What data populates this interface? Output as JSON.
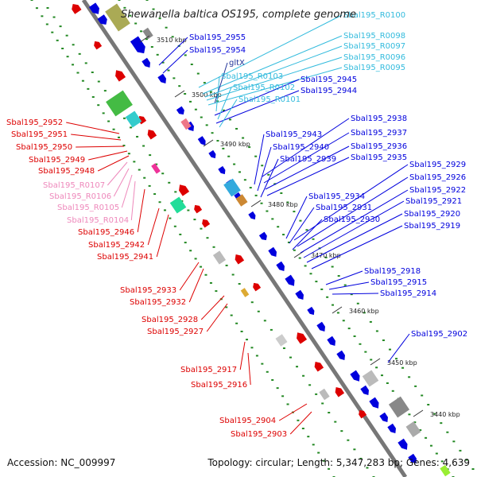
{
  "title": "Shewanella baltica OS195, complete genome",
  "footer": {
    "accession": "Accession: NC_009997",
    "summary": "Topology: circular; Length: 5,347,283 bp; Genes: 4,639"
  },
  "colors": {
    "forward": "#0000dd",
    "reverse": "#dd0000",
    "rna_forward": "#33bbdd",
    "rna_reverse": "#ee88bb",
    "other": "#223399",
    "backbone": "#777777",
    "dots": "#228822"
  },
  "ticks": [
    "3510 kbp",
    "3500 kbp",
    "3490 kbp",
    "3480 kbp",
    "3470 kbp",
    "3460 kbp",
    "3450 kbp",
    "3440 kbp"
  ],
  "right_labels": [
    {
      "text": "Sbal195_R0100",
      "type": "rna"
    },
    {
      "text": "Sbal195_2955",
      "type": "gene"
    },
    {
      "text": "Sbal195_R0098",
      "type": "rna"
    },
    {
      "text": "Sbal195_R0097",
      "type": "rna"
    },
    {
      "text": "Sbal195_2954",
      "type": "gene"
    },
    {
      "text": "Sbal195_R0096",
      "type": "rna"
    },
    {
      "text": "gltX",
      "type": "other"
    },
    {
      "text": "Sbal195_R0095",
      "type": "rna"
    },
    {
      "text": "Sbal195_R0103",
      "type": "rna"
    },
    {
      "text": "Sbal195_2945",
      "type": "gene"
    },
    {
      "text": "Sbal195_R0102",
      "type": "rna"
    },
    {
      "text": "Sbal195_2944",
      "type": "gene"
    },
    {
      "text": "Sbal195_R0101",
      "type": "rna"
    },
    {
      "text": "Sbal195_2938",
      "type": "gene"
    },
    {
      "text": "Sbal195_2937",
      "type": "gene"
    },
    {
      "text": "Sbal195_2943",
      "type": "gene"
    },
    {
      "text": "Sbal195_2936",
      "type": "gene"
    },
    {
      "text": "Sbal195_2940",
      "type": "gene"
    },
    {
      "text": "Sbal195_2935",
      "type": "gene"
    },
    {
      "text": "Sbal195_2939",
      "type": "gene"
    },
    {
      "text": "Sbal195_2929",
      "type": "gene"
    },
    {
      "text": "Sbal195_2926",
      "type": "gene"
    },
    {
      "text": "Sbal195_2922",
      "type": "gene"
    },
    {
      "text": "Sbal195_2934",
      "type": "gene"
    },
    {
      "text": "Sbal195_2921",
      "type": "gene"
    },
    {
      "text": "Sbal195_2931",
      "type": "gene"
    },
    {
      "text": "Sbal195_2920",
      "type": "gene"
    },
    {
      "text": "Sbal195_2930",
      "type": "gene"
    },
    {
      "text": "Sbal195_2919",
      "type": "gene"
    },
    {
      "text": "Sbal195_2918",
      "type": "gene"
    },
    {
      "text": "Sbal195_2915",
      "type": "gene"
    },
    {
      "text": "Sbal195_2914",
      "type": "gene"
    },
    {
      "text": "Sbal195_2902",
      "type": "gene"
    }
  ],
  "left_labels": [
    {
      "text": "Sbal195_2952",
      "type": "gene"
    },
    {
      "text": "Sbal195_2951",
      "type": "gene"
    },
    {
      "text": "Sbal195_2950",
      "type": "gene"
    },
    {
      "text": "Sbal195_2949",
      "type": "gene"
    },
    {
      "text": "Sbal195_2948",
      "type": "gene"
    },
    {
      "text": "Sbal195_R0107",
      "type": "rna"
    },
    {
      "text": "Sbal195_R0106",
      "type": "rna"
    },
    {
      "text": "Sbal195_R0105",
      "type": "rna"
    },
    {
      "text": "Sbal195_R0104",
      "type": "rna"
    },
    {
      "text": "Sbal195_2946",
      "type": "gene"
    },
    {
      "text": "Sbal195_2942",
      "type": "gene"
    },
    {
      "text": "Sbal195_2941",
      "type": "gene"
    },
    {
      "text": "Sbal195_2933",
      "type": "gene"
    },
    {
      "text": "Sbal195_2932",
      "type": "gene"
    },
    {
      "text": "Sbal195_2928",
      "type": "gene"
    },
    {
      "text": "Sbal195_2927",
      "type": "gene"
    },
    {
      "text": "Sbal195_2917",
      "type": "gene"
    },
    {
      "text": "Sbal195_2916",
      "type": "gene"
    },
    {
      "text": "Sbal195_2904",
      "type": "gene"
    },
    {
      "text": "Sbal195_2903",
      "type": "gene"
    }
  ]
}
